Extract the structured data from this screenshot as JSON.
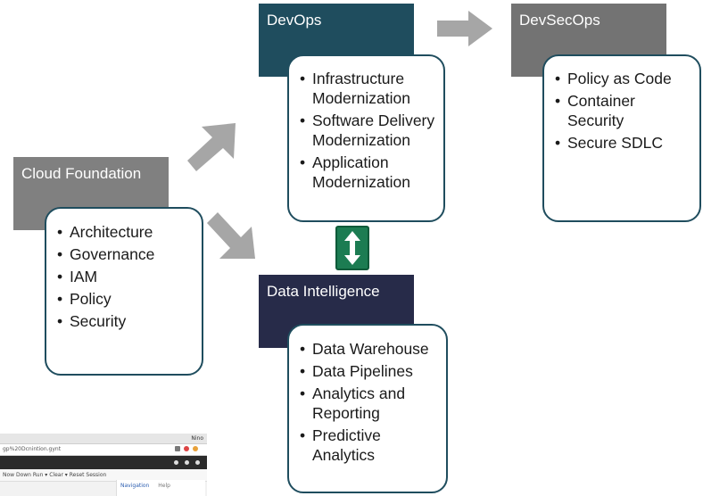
{
  "boxes": {
    "cloud_foundation": {
      "title": "Cloud Foundation",
      "items": [
        "Architecture",
        "Governance",
        "IAM",
        "Policy",
        "Security"
      ]
    },
    "devops": {
      "title": "DevOps",
      "items": [
        "Infrastructure Modernization",
        "Software Delivery Modernization",
        "Application Modernization"
      ]
    },
    "devsecops": {
      "title": "DevSecOps",
      "items": [
        "Policy as Code",
        "Container Security",
        "Secure SDLC"
      ]
    },
    "data_intelligence": {
      "title": "Data Intelligence",
      "items": [
        "Data Warehouse",
        "Data Pipelines",
        "Analytics and Reporting",
        "Predictive Analytics"
      ]
    }
  },
  "colors": {
    "devops_header": "#1f4d5e",
    "data_header": "#272b49",
    "cloud_header": "#808080",
    "devsecops_header": "#737373",
    "card_border": "#1f4d5e",
    "arrow": "#a6a6a6",
    "switch": "#1c7c52"
  },
  "thumbnail": {
    "top_right": "Nino",
    "url": "gp%20Dcnintion.gynt",
    "toolbar": "Now Down   Run ▾   Clear ▾   Reset Session",
    "nav_tab": "Navigation",
    "help_tab": "Help"
  }
}
